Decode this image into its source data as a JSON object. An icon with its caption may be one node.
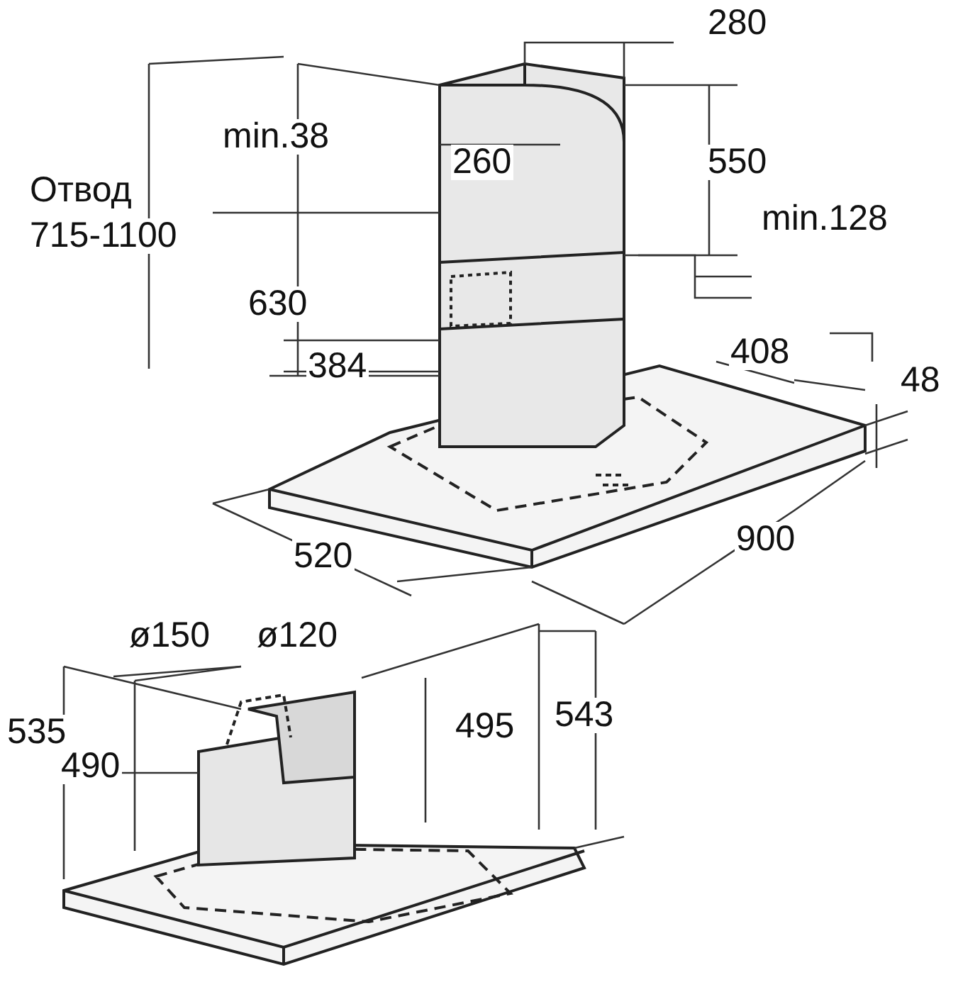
{
  "diagram": {
    "labels": [
      "280",
      "min.38",
      "Отвод",
      "715-1100",
      "260",
      "550",
      "min.128",
      "630",
      "384",
      "408",
      "48",
      "520",
      "900",
      "ø150",
      "ø120",
      "535",
      "490",
      "495",
      "543"
    ]
  }
}
